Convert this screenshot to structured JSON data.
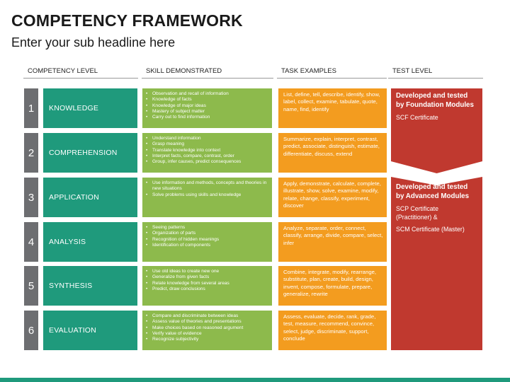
{
  "header": {
    "title": "COMPETENCY FRAMEWORK",
    "subtitle": "Enter your sub headline here"
  },
  "columns": {
    "level": "COMPETENCY LEVEL",
    "skill": "SKILL DEMONSTRATED",
    "task": "TASK EXAMPLES",
    "test": "TEST LEVEL"
  },
  "rows": [
    {
      "number": "1",
      "level": "KNOWLEDGE",
      "skills": [
        "Observation and recall of information",
        "Knowledge of facts",
        "Knowledge of major ideas",
        "Mastery of subject matter",
        "Carry out to find information"
      ],
      "tasks": "List, define, tell, describe, identify, show, label, collect, examine, tabulate, quote, name, find, identify"
    },
    {
      "number": "2",
      "level": "COMPREHENSION",
      "skills": [
        "Understand information",
        "Grasp meaning",
        "Translate knowledge into context",
        "Interpret facts, compare, contrast, order",
        "Group, infer causes, predict consequences"
      ],
      "tasks": "Summarize, explain, interpret, contrast, predict, associate, distinguish, estimate, differentiate, discuss, extend"
    },
    {
      "number": "3",
      "level": "APPLICATION",
      "skills": [
        "Use information and methods, concepts and theories in new situations",
        "Solve problems using skills and knowledge"
      ],
      "tasks": "Apply, demonstrate, calculate, complete, illustrate, show, solve, examine, modify, relate, change, classify, experiment, discover"
    },
    {
      "number": "4",
      "level": "ANALYSIS",
      "skills": [
        "Seeing patterns",
        "Organization of parts",
        "Recognition of hidden meanings",
        "Identification of components"
      ],
      "tasks": "Analyze, separate, order, connect, classify, arrange, divide, compare, select, infer"
    },
    {
      "number": "5",
      "level": "SYNTHESIS",
      "skills": [
        "Use old ideas to create new one",
        "Generalize from given facts",
        "Relate knowledge from several areas",
        "Predict, draw conclusions"
      ],
      "tasks": "Combine, integrate, modify, rearrange, substitute, plan, create, build, design, invent, compose, formulate, prepare, generalize, rewrite"
    },
    {
      "number": "6",
      "level": "EVALUATION",
      "skills": [
        "Compare and discriminate between ideas",
        "Assess value of theories and presentations",
        "Make choices based on reasoned argument",
        "Verify value of evidence",
        "Recognize subjectivity"
      ],
      "tasks": "Assess, evaluate, decide, rank, grade, test, measure, recommend, convince, select, judge, discriminate, support, conclude"
    }
  ],
  "test_levels": [
    {
      "heading": "Developed and tested by Foundation Modules",
      "certs": [
        "SCF Certificate"
      ]
    },
    {
      "heading": "Developed and tested by Advanced Modules",
      "certs": [
        "SCP Certificate (Practitioner) &",
        "SCM Certificate (Master)"
      ]
    }
  ],
  "colors": {
    "number_bg": "#6d6e71",
    "level_bg": "#1f9a7c",
    "skill_bg": "#8dba4c",
    "task_bg": "#f39c1f",
    "test_bg": "#c0392f"
  }
}
